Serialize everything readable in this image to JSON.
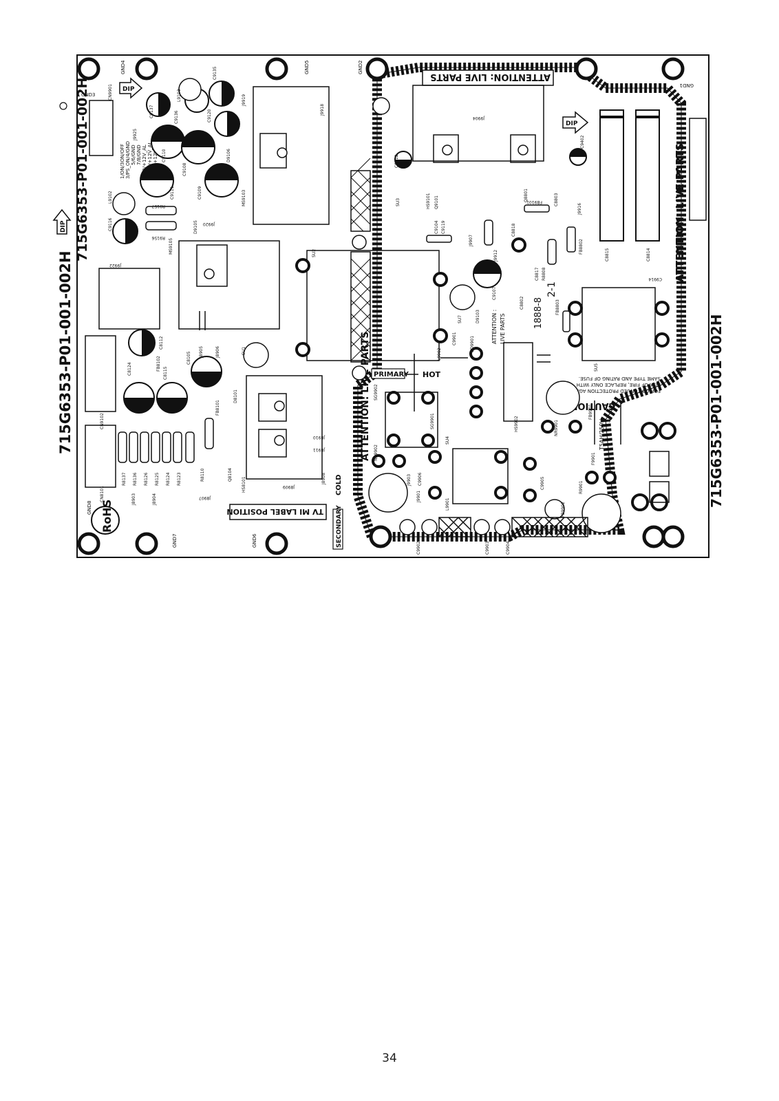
{
  "board": {
    "part_number": "715G6353-P01-001-002H",
    "attention_live_parts": "ATTENTION: LIVE PARTS",
    "attention_short": "ATTENTION :",
    "live_parts_short": "LIVE PARTS",
    "hot": "HOT",
    "primary": "PRIMARY",
    "secondary": "SECONDARY",
    "cold": "COLD",
    "rohs": "RoHS",
    "dip": "DIP",
    "tv_label": "TV MI LABEL POSITION",
    "caution": "CAUTION:",
    "caution_lines": [
      "FOR CONTINUED PROTECTION AGAINST",
      "RISK OF FIRE, REPLACE ONLY WITH",
      "SAME TYPE AND RATING OF FUSE."
    ],
    "fuse_rating": "T5AH/250V",
    "marking_1": "1888-8",
    "marking_2": "2-1",
    "connector_legend": [
      "1/ON/3ON/OFF",
      "3/PS_ON/4/GND",
      "5/6/GND",
      "7/8/GND",
      "9/10/+12V_AL",
      "11/12/+12V_AL",
      "13/14/+12V_AL"
    ],
    "ground_labels": [
      "GND1",
      "GND2",
      "GND3",
      "GND4",
      "GND5",
      "GND6",
      "GND7",
      "GND8"
    ],
    "component_labels": [
      "C9135",
      "C9136",
      "C9137",
      "C9110",
      "C9120",
      "C9108",
      "C9109",
      "C9111",
      "C9116",
      "D9106",
      "D9105",
      "R9157",
      "R9156",
      "L9102",
      "L9103",
      "MS9103",
      "MS9105",
      "J9918",
      "J9919",
      "J9920",
      "J9922",
      "J9925",
      "C8112",
      "C8124",
      "C8115",
      "C8105",
      "FB8102",
      "FB8101",
      "D8101",
      "HS8101",
      "R8137",
      "R8136",
      "R8126",
      "R8125",
      "R8124",
      "R8123",
      "R8110",
      "Q8104",
      "J8903",
      "J8904",
      "J8905",
      "J8906",
      "J8907",
      "J8908",
      "J8909",
      "J8910",
      "J8911",
      "CN8101",
      "CN9102",
      "CN9901",
      "SU1",
      "SU2",
      "SU3",
      "SU4",
      "SU5",
      "SU7",
      "HS9101",
      "Q9101",
      "Q8801",
      "C9104",
      "C9119",
      "C9112",
      "C9107",
      "D9103",
      "C8818",
      "C8817",
      "R8808",
      "C8802",
      "C8803",
      "C8814",
      "C8815",
      "C9914",
      "C9402",
      "J9904",
      "J9907",
      "J9912",
      "J9916",
      "FB9101",
      "FB8802",
      "FB8803",
      "HS9902",
      "SG9901",
      "SG9902",
      "NR9901",
      "NR9902",
      "FB9901",
      "FB9902",
      "R9901",
      "C9901",
      "C9902",
      "C9903",
      "C9904",
      "C9905",
      "C9906",
      "F9901",
      "BD9901",
      "L9901",
      "L9902",
      "J9901",
      "J9903"
    ]
  }
}
